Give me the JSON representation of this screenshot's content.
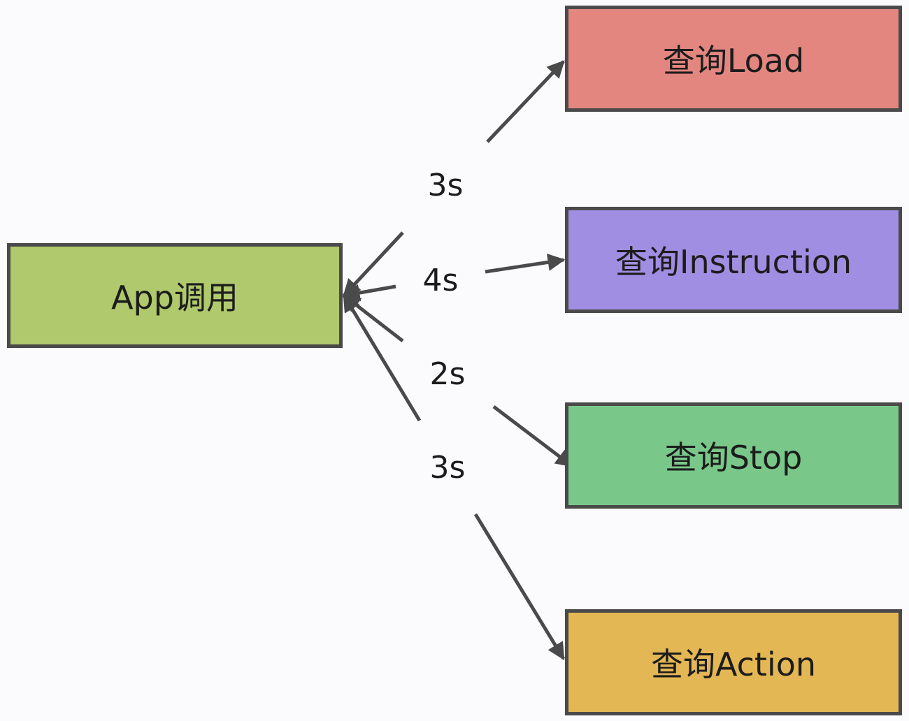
{
  "source": {
    "label": "App调用",
    "color": "#b0c96c"
  },
  "targets": [
    {
      "id": "load",
      "label": "查询Load",
      "duration": "3s",
      "color": "#e48680"
    },
    {
      "id": "instruction",
      "label": "查询Instruction",
      "duration": "4s",
      "color": "#a08ee2"
    },
    {
      "id": "stop",
      "label": "查询Stop",
      "duration": "2s",
      "color": "#79c88a"
    },
    {
      "id": "action",
      "label": "查询Action",
      "duration": "3s",
      "color": "#e4b755"
    }
  ],
  "edge_color": "#4a4a4a"
}
